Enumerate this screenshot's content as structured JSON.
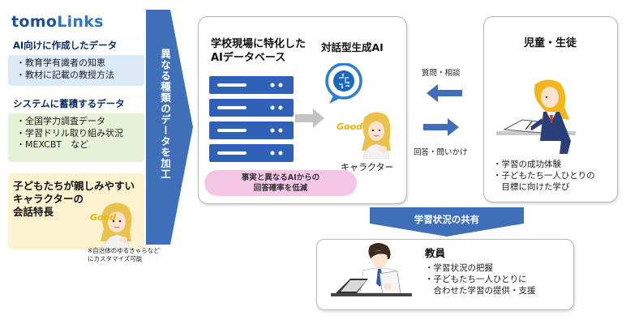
{
  "logo": {
    "part1": "tomo",
    "part2": "Links"
  },
  "panels": {
    "ai_data": {
      "title": "AI向けに作成したデータ",
      "items": [
        "・教育学有識者の知恵",
        "・教材に記載の教授方法"
      ]
    },
    "system_data": {
      "title": "システムに蓄積するデータ",
      "items": [
        "・全国学力調査データ",
        "・学習ドリル取り組み状況",
        "・MEXCBT　など"
      ]
    },
    "character": {
      "title_lines": [
        "子どもたちが親しみやすい",
        "キャラクターの",
        "会話特長"
      ],
      "badge": "Good"
    },
    "note_lines": [
      "※自治体のゆるきゃらなど",
      "にカスタマイズ可能"
    ]
  },
  "chevron_label": "異なる種類のデータを加工",
  "center": {
    "db_title_lines": [
      "学校現場に特化した",
      "AIデータベース"
    ],
    "gen_title": "対話型生成AI",
    "character_badge": "Good",
    "character_caption": "キャラクター",
    "pill_lines": [
      "事実と異なるAIからの",
      "回答確率を低減"
    ]
  },
  "flow": {
    "question_label": "質問・相談",
    "answer_label": "回答・問いかけ"
  },
  "student": {
    "title": "児童・生徒",
    "items": [
      "・学習の成功体験",
      "・子どもたち一人ひとりの",
      "　目標に向けた学び"
    ]
  },
  "share_label": "学習状況の共有",
  "teacher": {
    "title": "教員",
    "items": [
      "・学習状況の把握",
      "・子どもたち一人ひとりに",
      "　合わせた学習の提供・支援"
    ]
  },
  "colors": {
    "brand_blue": "#1f4f9c",
    "arrow_blue": "#3e6fb8",
    "panel_blue": "#dce9f7",
    "panel_green": "#e7f1d8",
    "panel_yellow": "#fdf2cf",
    "pill_pink": "#f4c6e6"
  }
}
